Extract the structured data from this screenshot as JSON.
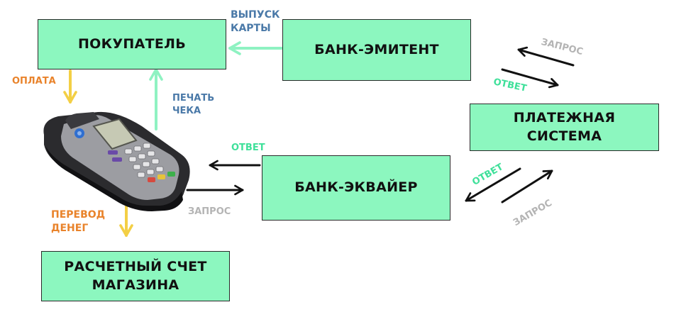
{
  "boxes": {
    "buyer": "ПОКУПАТЕЛЬ",
    "issuer": "БАНК-ЭМИТЕНТ",
    "payment_system_line1": "ПЛАТЕЖНАЯ",
    "payment_system_line2": "СИСТЕМА",
    "acquirer": "БАНК-ЭКВАЙЕР",
    "store_account_line1": "РАСЧЕТНЫЙ СЧЕТ",
    "store_account_line2": "МАГАЗИНА"
  },
  "labels": {
    "card_issue_line1": "ВЫПУСК",
    "card_issue_line2": "КАРТЫ",
    "payment": "ОПЛАТА",
    "receipt_print_line1": "ПЕЧАТЬ",
    "receipt_print_line2": "ЧЕКА",
    "request_ps_issuer": "ЗАПРОС",
    "response_ps_issuer": "ОТВЕТ",
    "response_acq_terminal": "ОТВЕТ",
    "request_terminal_acq": "ЗАПРОС",
    "response_ps_acq": "ОТВЕТ",
    "request_acq_ps": "ЗАПРОС",
    "money_transfer_line1": "ПЕРЕВОД",
    "money_transfer_line2": "ДЕНЕГ"
  },
  "colors": {
    "box_fill": "#8cf7bf",
    "green_label": "#3fe09a",
    "blue_label": "#4a79a8",
    "orange_label": "#e9832b",
    "gray_label": "#b4b4b4",
    "arrow_green": "#8ff2c2",
    "arrow_yellow": "#f3cf45",
    "arrow_black": "#111111"
  },
  "icons": {
    "terminal": "pos-terminal-icon"
  }
}
